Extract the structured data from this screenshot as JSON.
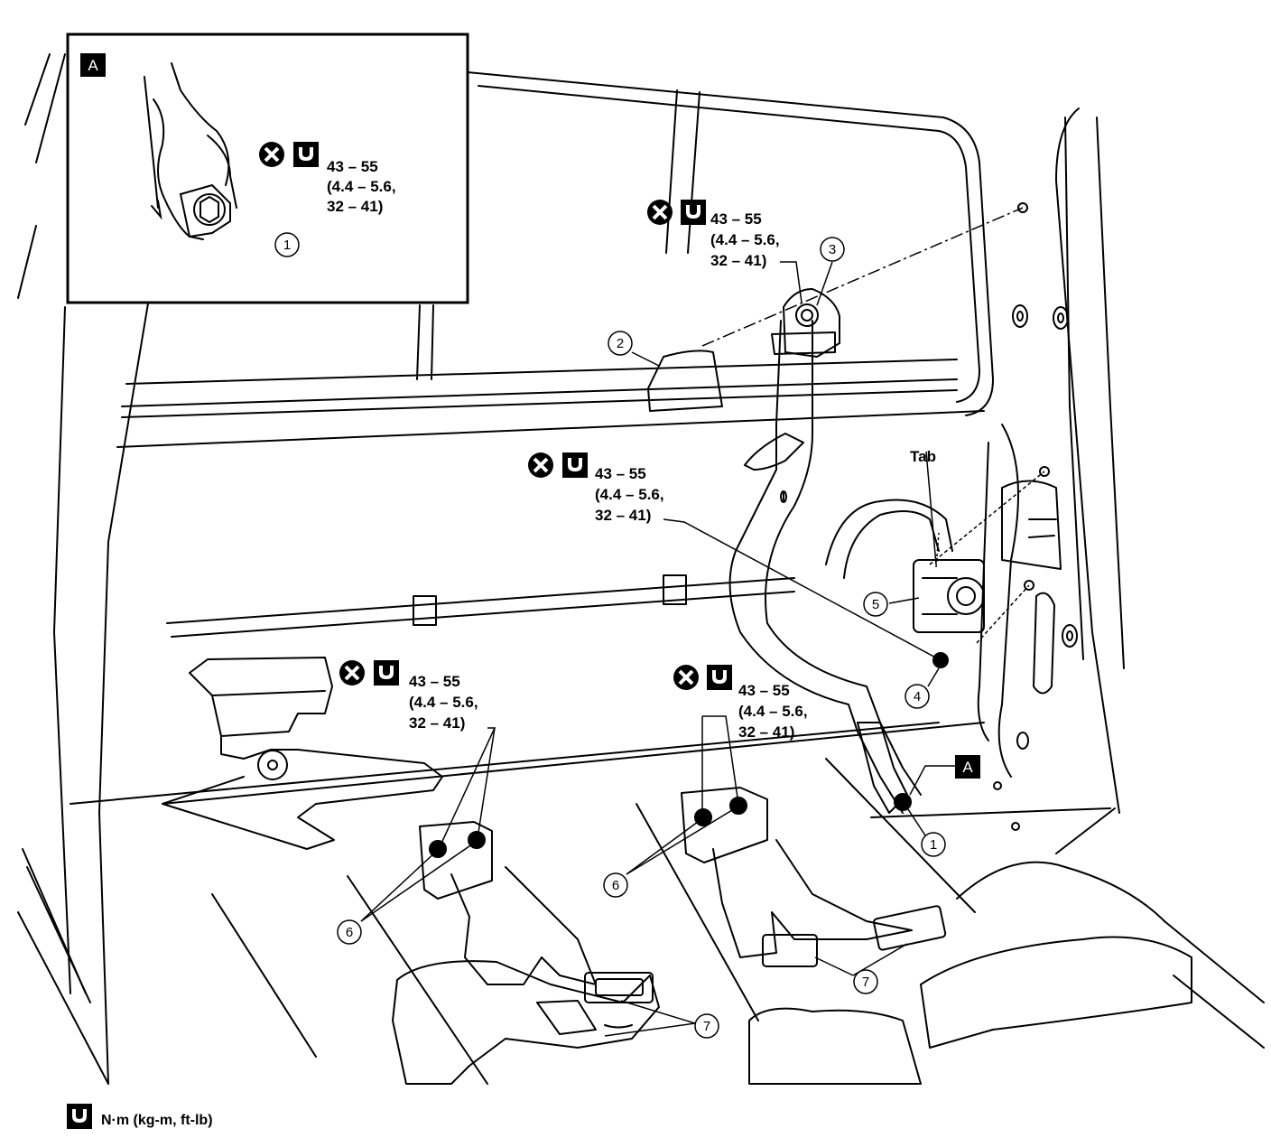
{
  "torque_spec": [
    "43 – 55",
    "(4.4 – 5.6,",
    "32 – 41)"
  ],
  "tab_label": "Tab",
  "view_label": "A",
  "callouts": [
    "1",
    "2",
    "3",
    "4",
    "5",
    "6",
    "7"
  ],
  "legend_text": "N·m (kg-m, ft-lb)",
  "icons": {
    "do_not_reuse": "x-circle-icon",
    "torque": "wrench-icon"
  },
  "colors": {
    "line": "#000000",
    "background": "#ffffff"
  }
}
